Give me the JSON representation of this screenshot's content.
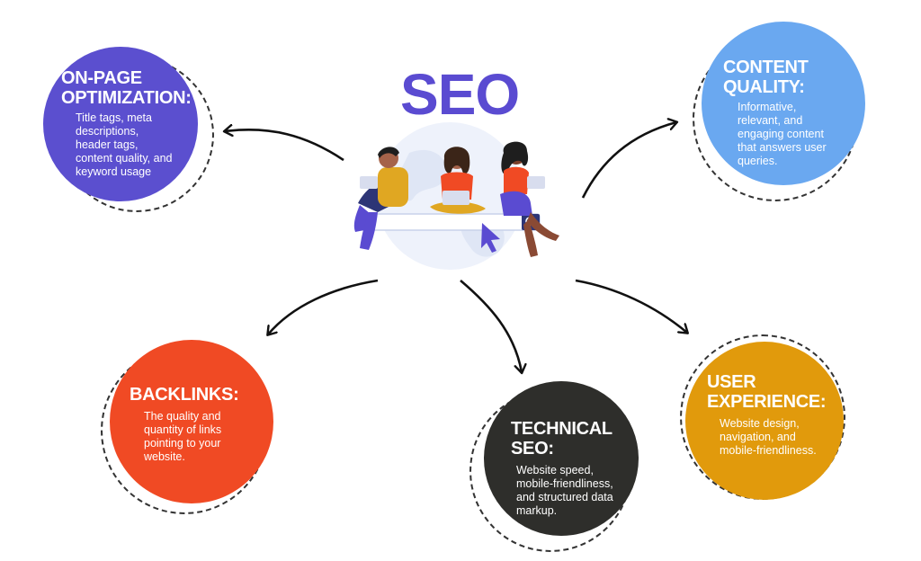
{
  "center": {
    "title": "SEO"
  },
  "nodes": {
    "on_page": {
      "title": "ON-PAGE\nOPTIMIZATION:",
      "body": "Title tags, meta\ndescriptions,\nheader tags,\ncontent quality, and\nkeyword usage",
      "color": "#5b4fcf"
    },
    "content_quality": {
      "title": "CONTENT\nQUALITY:",
      "body": "Informative,\nrelevant, and\nengaging content\nthat answers user\nqueries.",
      "color": "#6aa8f0"
    },
    "backlinks": {
      "title": "BACKLINKS:",
      "body": "The quality and\nquantity of links\npointing to your\nwebsite.",
      "color": "#f04a24"
    },
    "technical_seo": {
      "title": "TECHNICAL\nSEO:",
      "body": "Website speed,\nmobile-friendliness,\nand structured data\nmarkup.",
      "color": "#2e2e2b"
    },
    "user_experience": {
      "title": "USER\nEXPERIENCE:",
      "body": "Website design,\nnavigation, and\nmobile-friendliness.",
      "color": "#e19a0c"
    }
  },
  "icons": [
    "laptop-icon",
    "search-icon",
    "cursor-icon",
    "globe-icon"
  ]
}
